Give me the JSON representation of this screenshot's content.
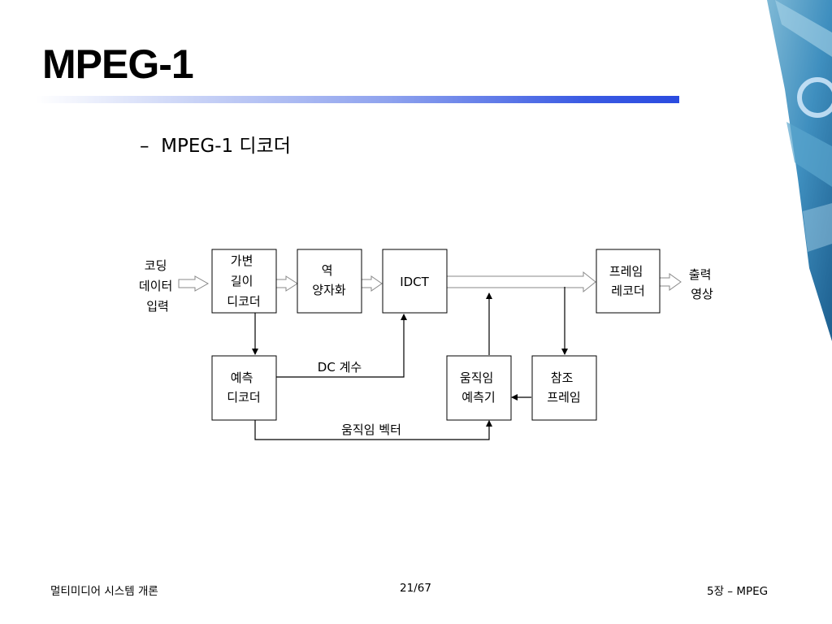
{
  "slide": {
    "title": "MPEG-1",
    "subtitle": "–  MPEG-1 디코더"
  },
  "diagram": {
    "input_label": [
      "코딩",
      "데이터",
      "입력"
    ],
    "output_label": [
      "출력",
      "영상"
    ],
    "blocks": {
      "vld": [
        "가변",
        "길이",
        "디코더"
      ],
      "iq": [
        "역",
        "양자화"
      ],
      "idct": [
        "IDCT"
      ],
      "frame_recorder": [
        "프레임",
        "레코더"
      ],
      "pred_decoder": [
        "예측",
        "디코더"
      ],
      "motion_predictor": [
        "움직임",
        "예측기"
      ],
      "ref_frame": [
        "참조",
        "프레임"
      ]
    },
    "edge_labels": {
      "dc_coeff": "DC 계수",
      "motion_vector": "움직임 벡터"
    }
  },
  "footer": {
    "left": "멀티미디어 시스템 개론",
    "center": "21/67",
    "right": "5장 – MPEG"
  }
}
